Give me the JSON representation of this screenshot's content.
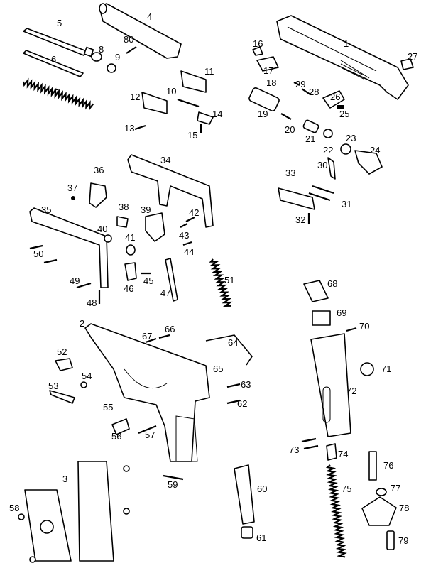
{
  "diagram": {
    "type": "exploded-parts-view",
    "part_numbers": [
      "1",
      "2",
      "3",
      "4",
      "5",
      "6",
      "7",
      "8",
      "9",
      "10",
      "11",
      "12",
      "13",
      "14",
      "15",
      "16",
      "17",
      "18",
      "19",
      "20",
      "21",
      "22",
      "23",
      "24",
      "25",
      "26",
      "27",
      "28",
      "29",
      "30",
      "31",
      "32",
      "33",
      "34",
      "35",
      "36",
      "37",
      "38",
      "39",
      "40",
      "41",
      "42",
      "43",
      "44",
      "45",
      "46",
      "47",
      "48",
      "49",
      "50",
      "51",
      "52",
      "53",
      "54",
      "55",
      "56",
      "57",
      "58",
      "59",
      "60",
      "61",
      "62",
      "63",
      "64",
      "65",
      "66",
      "67",
      "68",
      "69",
      "70",
      "71",
      "72",
      "73",
      "74",
      "75",
      "76",
      "77",
      "78",
      "79",
      "80"
    ]
  }
}
